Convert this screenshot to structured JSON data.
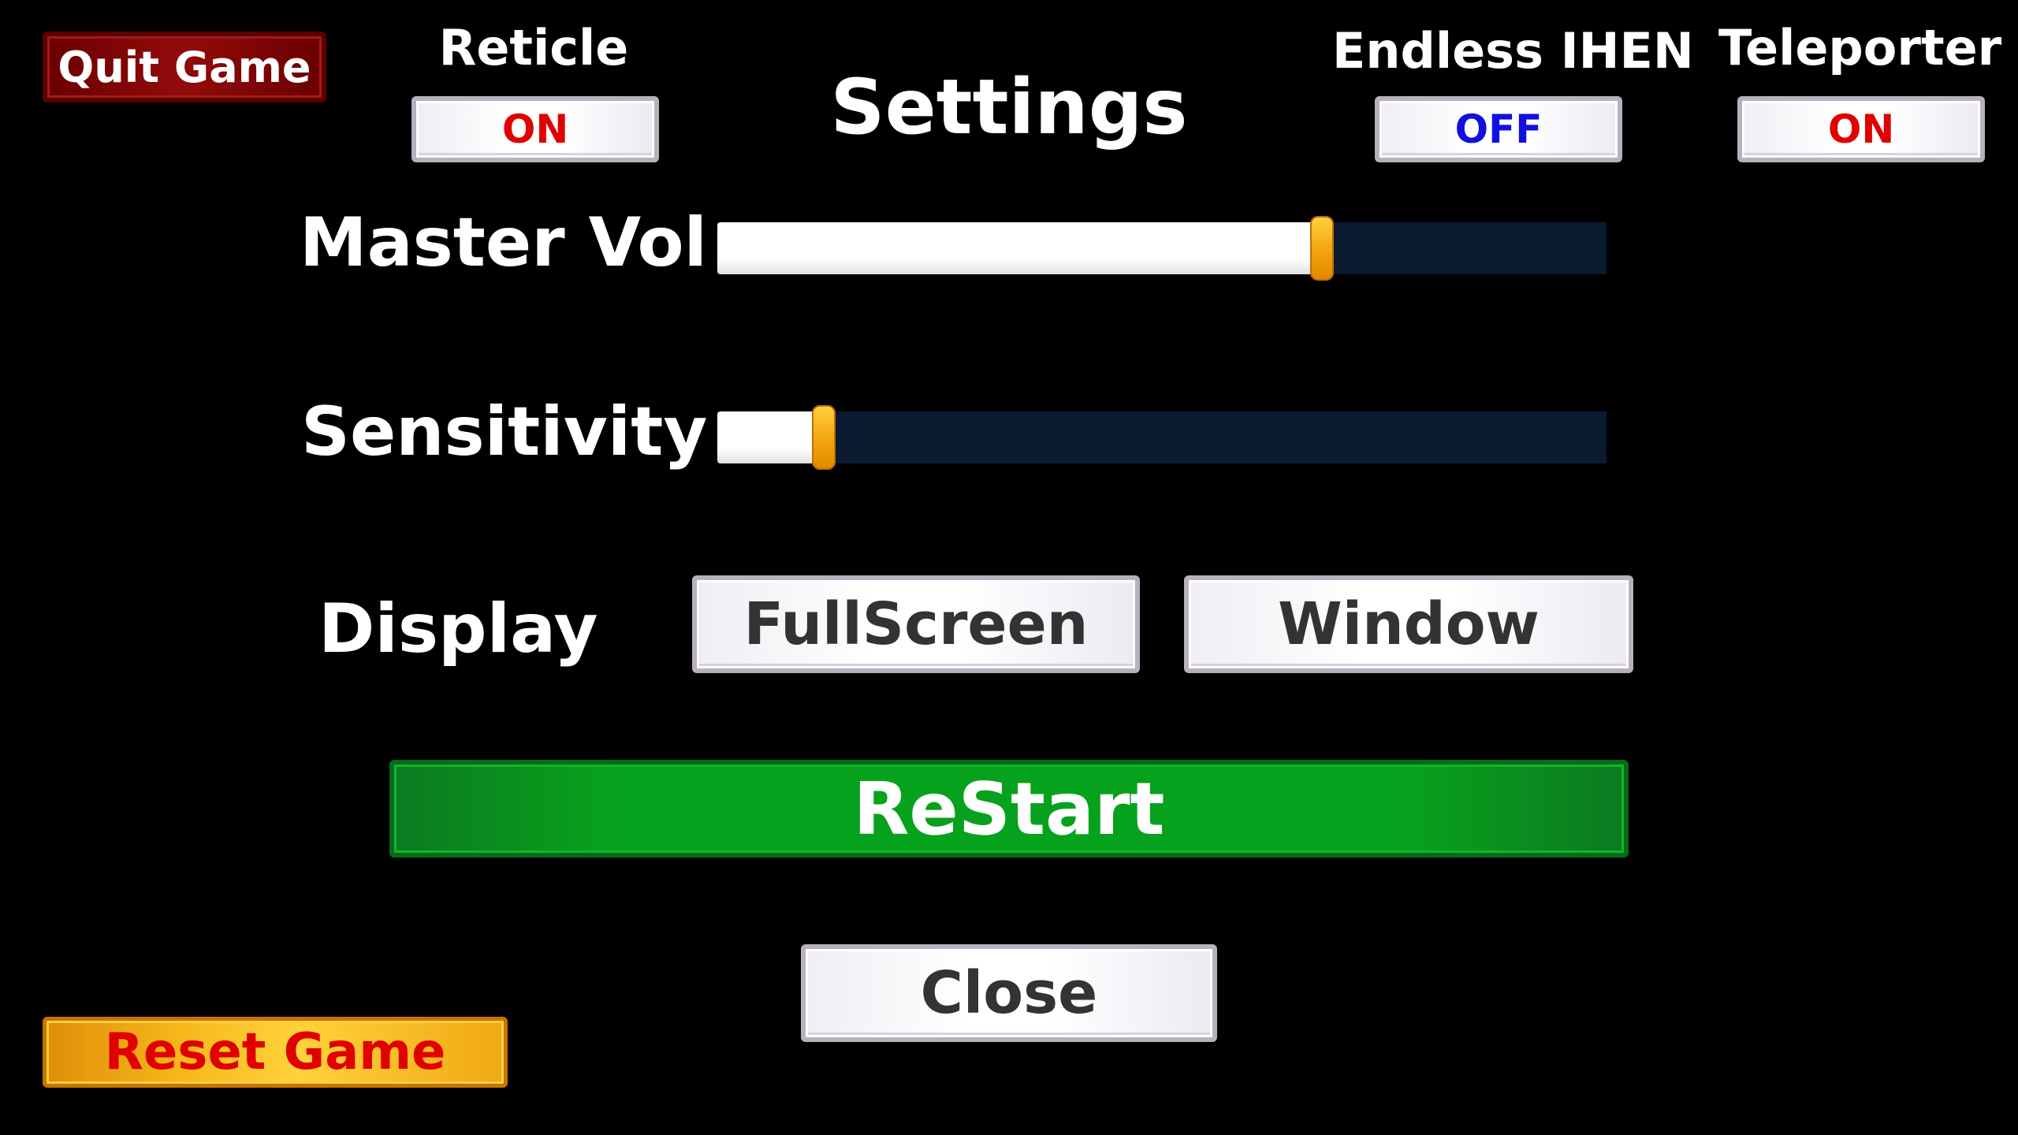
{
  "title": "Settings",
  "quit_button": {
    "label": "Quit Game"
  },
  "toggles": {
    "reticle": {
      "label": "Reticle",
      "state": "ON",
      "state_color": "#e00000"
    },
    "endless": {
      "label": "Endless IHEN",
      "state": "OFF",
      "state_color": "#1010e0"
    },
    "teleporter": {
      "label": "Teleporter",
      "state": "ON",
      "state_color": "#e00000"
    }
  },
  "master_volume": {
    "label": "Master Vol",
    "value": 0.68
  },
  "sensitivity": {
    "label": "Sensitivity",
    "value": 0.12
  },
  "display": {
    "label": "Display",
    "options": [
      "FullScreen",
      "Window"
    ]
  },
  "restart_button": {
    "label": "ReStart"
  },
  "close_button": {
    "label": "Close"
  },
  "reset_button": {
    "label": "Reset Game",
    "color": "#e00000"
  },
  "colors": {
    "background": "#000000",
    "slider_track": "#0a1a30",
    "slider_handle": "#f2a00c",
    "restart_green": "#07a21d",
    "quit_red": "#8f0a0a",
    "reset_yellow": "#ffd23a"
  }
}
